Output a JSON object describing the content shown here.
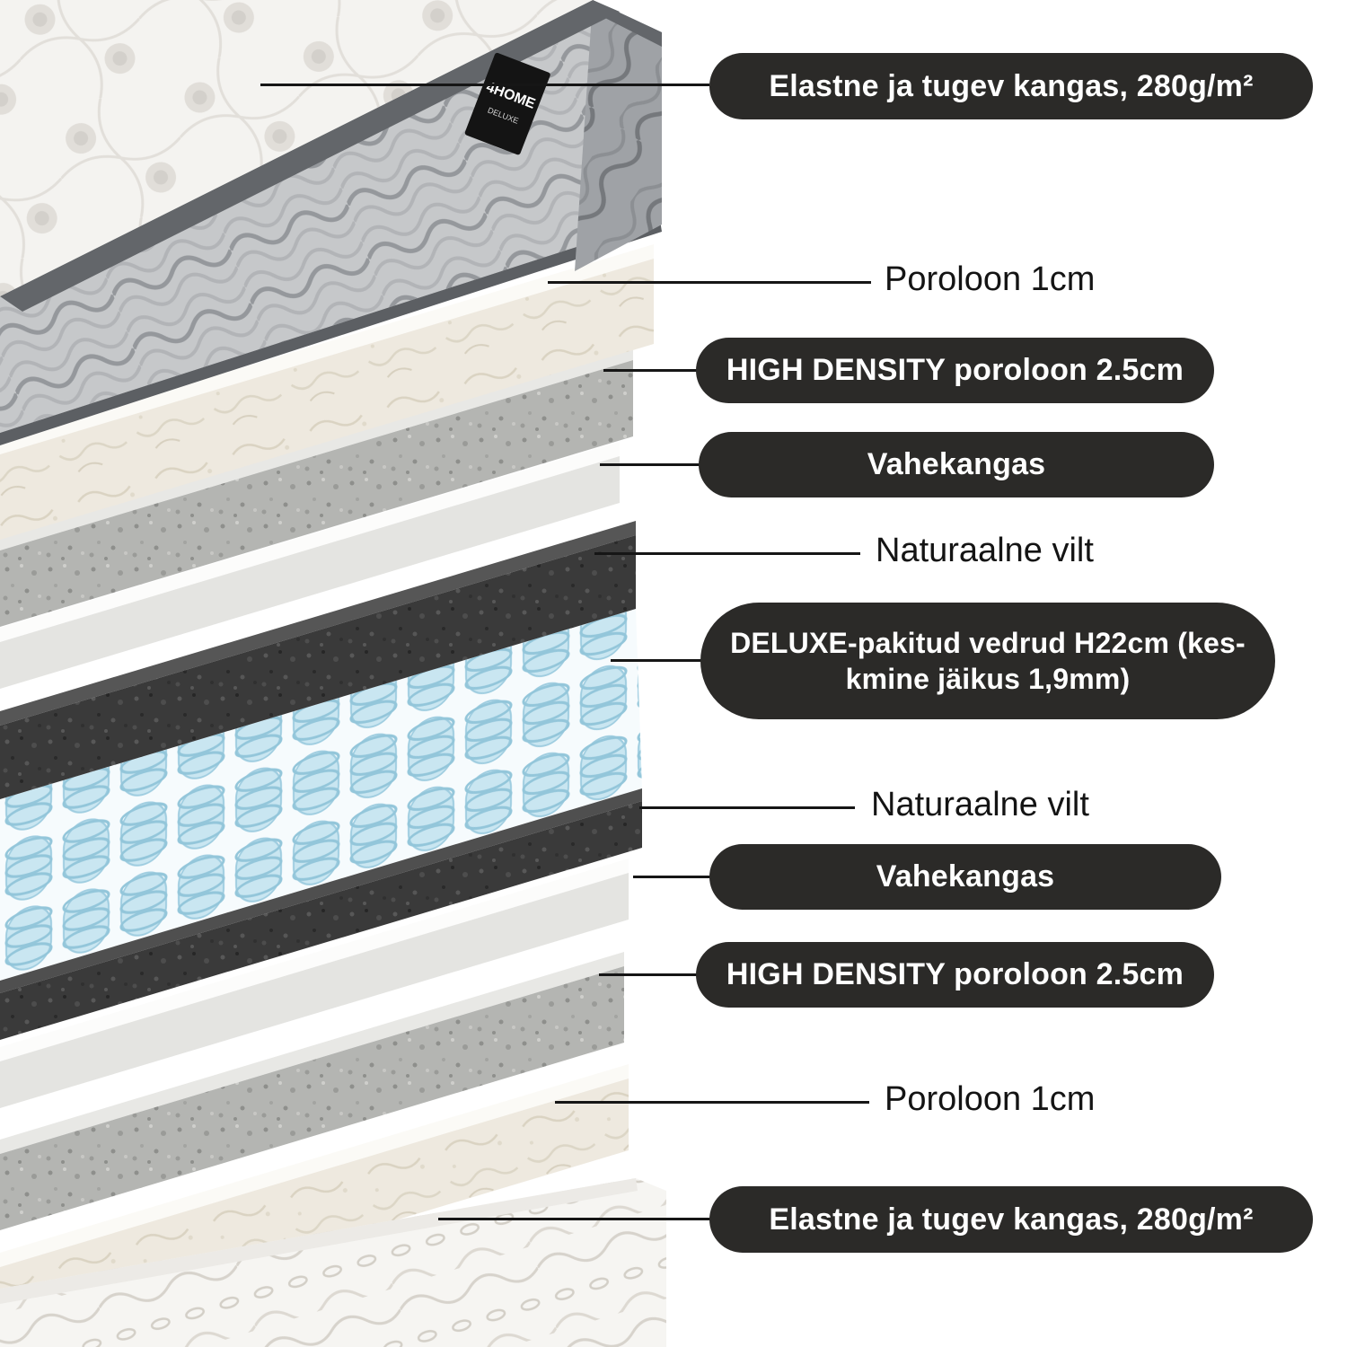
{
  "colors": {
    "badge_bg": "#2b2a28",
    "badge_text": "#ffffff",
    "connector": "#161616",
    "spring_blue": "#c6e4f0",
    "felt_dark": "#3a3a3a",
    "foam_gray": "#b4b5b2",
    "fleece_cream": "#eee9df",
    "band_gray": "#c6c8ca"
  },
  "brand": {
    "name": "4HOME",
    "series": "DELUXE"
  },
  "labels": [
    {
      "type": "badge",
      "text": "Elastne ja tugev kangas, 280g/m²"
    },
    {
      "type": "plain",
      "text": "Poroloon 1cm"
    },
    {
      "type": "badge",
      "text": "HIGH DENSITY poroloon 2.5cm"
    },
    {
      "type": "badge",
      "text": "Vahekangas"
    },
    {
      "type": "plain",
      "text": "Naturaalne vilt"
    },
    {
      "type": "badge",
      "text": "DELUXE-pakitud vedrud H22cm (kes-kmine jäikus 1,9mm)",
      "line1": "DELUXE-pakitud vedrud H22cm (kes-",
      "line2": "kmine jäikus 1,9mm)"
    },
    {
      "type": "plain",
      "text": "Naturaalne vilt"
    },
    {
      "type": "badge",
      "text": "Vahekangas"
    },
    {
      "type": "badge",
      "text": "HIGH DENSITY poroloon 2.5cm"
    },
    {
      "type": "plain",
      "text": "Poroloon 1cm"
    },
    {
      "type": "badge",
      "text": "Elastne ja tugev kangas, 280g/m²"
    }
  ]
}
